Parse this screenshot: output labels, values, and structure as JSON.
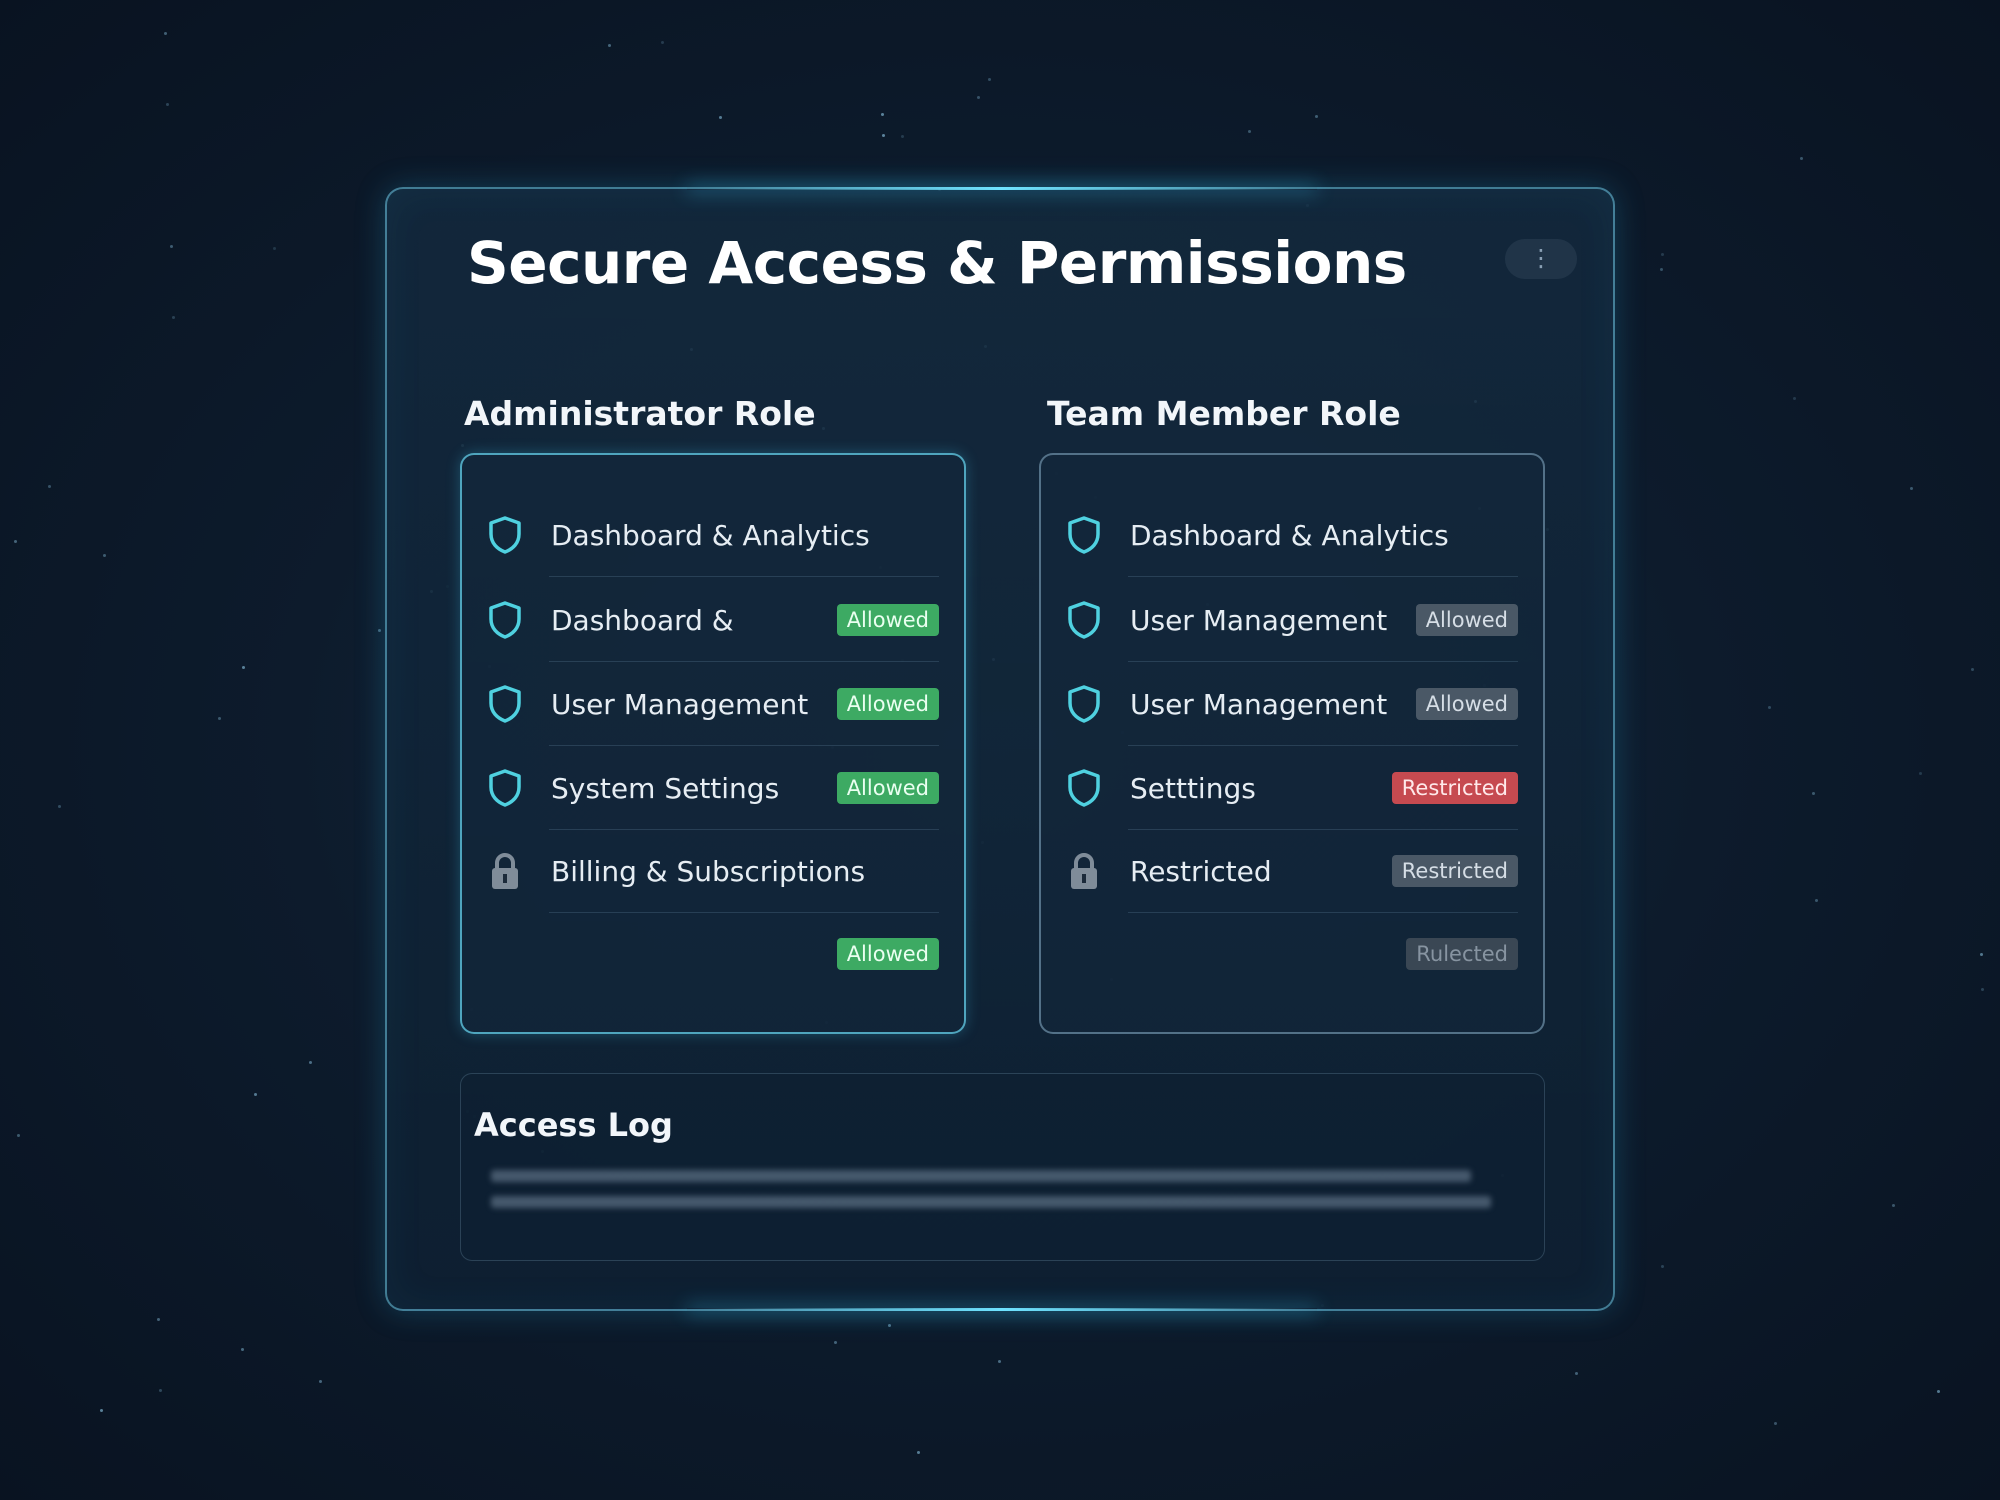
{
  "title": "Secure Access & Permissions",
  "menu_icon": "more-vertical-icon",
  "colors": {
    "accent": "#4fd1e0",
    "allowed": "#3daa63",
    "restricted": "#c64a50",
    "neutral": "#4a5866"
  },
  "admin": {
    "title": "Administrator Role",
    "rows": [
      {
        "icon": "shield-icon",
        "label": "Dashboard & Analytics",
        "badge": ""
      },
      {
        "icon": "shield-icon",
        "label": "Dashboard &",
        "badge": "Allowed"
      },
      {
        "icon": "shield-icon",
        "label": "User Management",
        "badge": "Allowed"
      },
      {
        "icon": "shield-icon",
        "label": "System Settings",
        "badge": "Allowed"
      },
      {
        "icon": "lock-icon",
        "label": "Billing & Subscriptions",
        "badge": ""
      },
      {
        "icon": "",
        "label": "",
        "badge": "Allowed"
      }
    ]
  },
  "team": {
    "title": "Team Member Role",
    "rows": [
      {
        "icon": "shield-icon",
        "label": "Dashboard & Analytics",
        "badge": ""
      },
      {
        "icon": "shield-icon",
        "label": "User Management",
        "badge": "Allowed"
      },
      {
        "icon": "shield-icon",
        "label": "User Management",
        "badge": "Allowed"
      },
      {
        "icon": "shield-icon",
        "label": "Setttings",
        "badge": "Restricted"
      },
      {
        "icon": "lock-icon",
        "label": "Restricted",
        "badge": "Restricted"
      },
      {
        "icon": "",
        "label": "",
        "badge": "Rulected"
      }
    ]
  },
  "access_log": {
    "title": "Access Log"
  }
}
